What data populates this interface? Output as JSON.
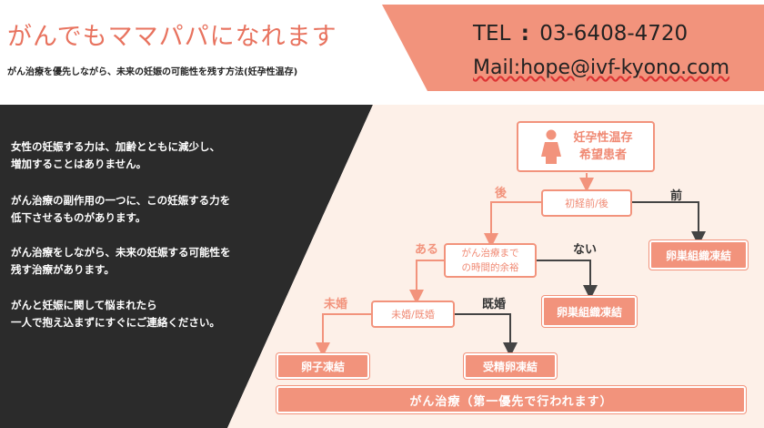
{
  "header": {
    "title": "がんでもママパパになれます",
    "subtitle": "がん治療を優先しながら、未来の妊娠の可能性を残す方法(妊孕性温存)",
    "tel_label": "TEL",
    "tel_colon": ":",
    "tel_number": "03-6408-4720",
    "mail": "Mail:hope@ivf-kyono.com"
  },
  "left_panel": {
    "paragraphs": [
      [
        "女性の妊娠する力は、加齢とともに減少し、",
        "増加することはありません。"
      ],
      [
        "がん治療の副作用の一つに、この妊娠する力を",
        "低下させるものがあります。"
      ],
      [
        "がん治療をしながら、未来の妊娠する可能性を",
        "残す治療があります。"
      ],
      [
        "がんと妊娠に関して悩まれたら",
        "一人で抱え込まずにすぐにご連絡ください。"
      ]
    ]
  },
  "flowchart": {
    "start": [
      "妊孕性温存",
      "希望患者"
    ],
    "q_menarche": "初経前/後",
    "label_after": "後",
    "label_before": "前",
    "ovarian_tissue_1": "卵巣組織凍結",
    "q_time": [
      "がん治療まで",
      "の時間的余裕"
    ],
    "label_yes": "ある",
    "label_no": "ない",
    "ovarian_tissue_2": "卵巣組織凍結",
    "q_marital": "未婚/既婚",
    "label_unmarried": "未婚",
    "label_married": "既婚",
    "egg_freeze": "卵子凍結",
    "embryo_freeze": "受精卵凍結",
    "cancer_treatment": "がん治療（第一優先で行われます）"
  },
  "colors": {
    "accent": "#f2937c",
    "title": "#e8735f",
    "dark_panel": "#2b2b2b",
    "light_panel": "#fdf0e8"
  }
}
